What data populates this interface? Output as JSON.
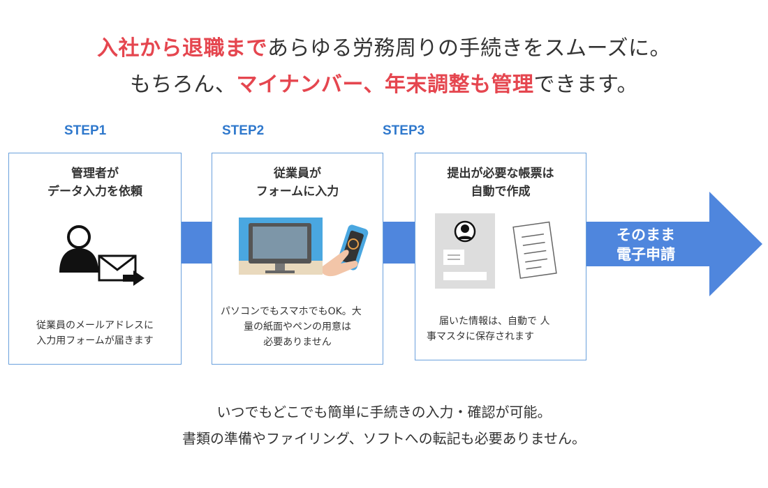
{
  "headline": {
    "line1_highlight": "入社から退職まで",
    "line1_rest": "あらゆる労務周りの手続きをスムーズに。",
    "line2_pre": "もちろん、",
    "line2_highlight": "マイナンバー、年末調整も管理",
    "line2_post": "できます。"
  },
  "steps": [
    {
      "label": "STEP1",
      "title_line1": "管理者が",
      "title_line2": "データ入力を依頼",
      "desc_line1": "従業員のメールアドレスに",
      "desc_line2": "入力用フォームが届きます",
      "icon": "user-with-mail-icon"
    },
    {
      "label": "STEP2",
      "title_line1": "従業員が",
      "title_line2": "フォームに入力",
      "desc_line1": "パソコンでもスマホでもOK。大",
      "desc_line2": "量の紙面やペンの用意は",
      "desc_line3": "必要ありません",
      "icon": "computer-and-smartphone-icon"
    },
    {
      "label": "STEP3",
      "title_line1": "提出が必要な帳票は",
      "title_line2": "自動で作成",
      "desc_line1": "届いた情報は、自動で 人",
      "desc_line2": "事マスタに保存されます",
      "icon": "profile-card-and-document-icon"
    }
  ],
  "final_arrow": {
    "line1": "そのまま",
    "line2": "電子申請"
  },
  "bottom": {
    "line1": "いつでもどこでも簡単に手続きの入力・確認が可能。",
    "line2": "書類の準備やファイリング、ソフトへの転記も必要ありません。"
  },
  "colors": {
    "accent_red": "#e5464f",
    "step_blue": "#2f78cc",
    "arrow_blue": "#4f86dd",
    "box_border": "#6aa0dc",
    "text": "#333333"
  }
}
